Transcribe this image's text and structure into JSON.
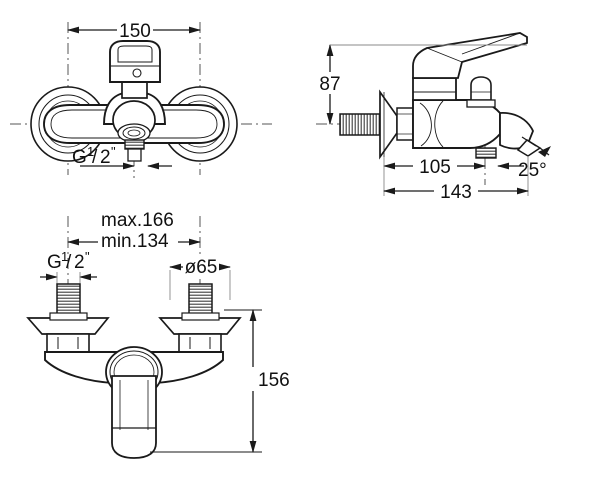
{
  "drawing": {
    "title": "Bath mixer tap dimensional drawing",
    "units": "mm",
    "line_color": "#1a1a1a",
    "centerline_color": "#555555",
    "fill_color": "#ffffff",
    "hatch_color": "#3a3a3a"
  },
  "views": {
    "front": {
      "name": "front-elevation",
      "dimensions": {
        "width_label": "150",
        "inlet_thread_label_g": "G",
        "inlet_thread_label_num": "1",
        "inlet_thread_label_den": "2",
        "inlet_thread_label_unit": "\""
      }
    },
    "side": {
      "name": "side-elevation",
      "dimensions": {
        "height_label": "87",
        "spout_projection_label": "105",
        "total_projection_label": "143",
        "spout_angle_label": "25°"
      }
    },
    "bottom": {
      "name": "bottom-plan-view",
      "dimensions": {
        "centers_max_label": "max.166",
        "centers_min_label": "min.134",
        "inlet_thread_label_g": "G",
        "inlet_thread_label_num": "1",
        "inlet_thread_label_den": "2",
        "inlet_thread_label_unit": "\"",
        "escutcheon_diameter_label": "ø65",
        "depth_label": "156"
      }
    }
  }
}
